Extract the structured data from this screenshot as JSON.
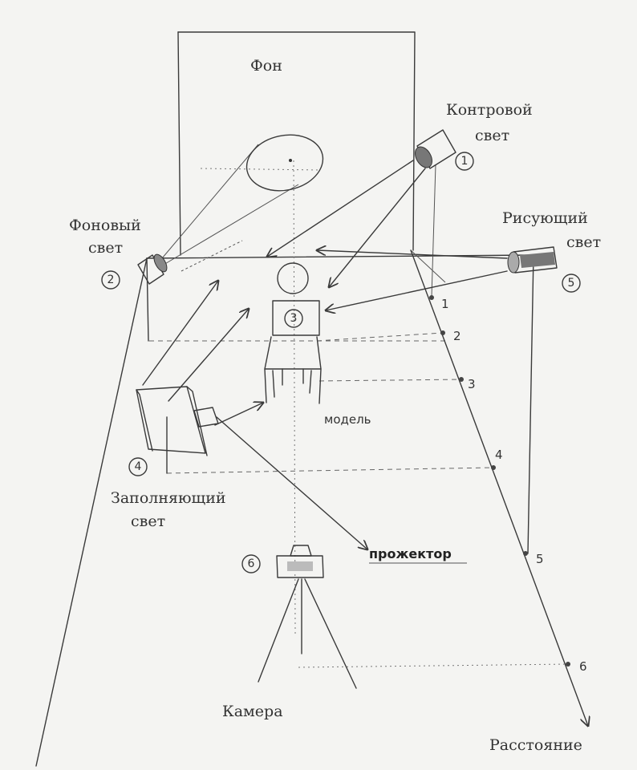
{
  "labels": {
    "background": "Фон",
    "back_light": [
      "Контровой",
      "свет"
    ],
    "background_light": [
      "Фоновый",
      "свет"
    ],
    "key_light": [
      "Рисующий",
      "свет"
    ],
    "model": "модель",
    "fill_light": [
      "Заполняющий",
      "свет"
    ],
    "spotlight": "прожектор",
    "camera": "Камера",
    "distance": "Расстояние"
  },
  "markers": {
    "back_light": "1",
    "background_light": "2",
    "model": "3",
    "fill_light": "4",
    "key_light": "5",
    "camera": "6"
  },
  "distance_marks": [
    "1",
    "2",
    "3",
    "4",
    "5",
    "6"
  ]
}
